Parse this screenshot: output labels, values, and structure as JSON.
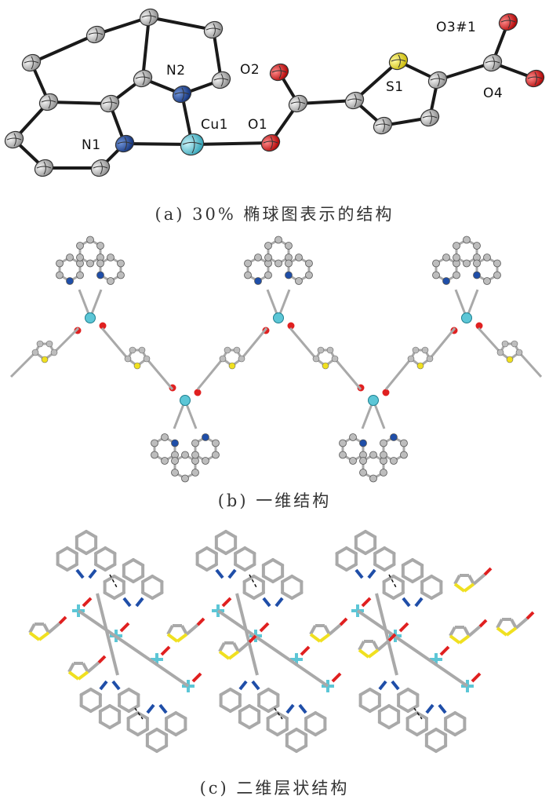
{
  "panel_a": {
    "caption": "(a) 30% 椭球图表示的结构",
    "atom_labels": [
      "N2",
      "Cu1",
      "O1",
      "N1",
      "O2",
      "S1",
      "O3#1",
      "O4"
    ]
  },
  "panel_b": {
    "caption": "(b) 一维结构"
  },
  "panel_c": {
    "caption": "(c) 二维层状结构"
  },
  "colors": {
    "carbon": "#bdbdbd",
    "nitrogen": "#1f4ea8",
    "copper": "#5cc6d6",
    "oxygen": "#e02020",
    "sulfur": "#f0e020",
    "bond": "#1a1a1a",
    "stick": "#a9a9a9"
  }
}
